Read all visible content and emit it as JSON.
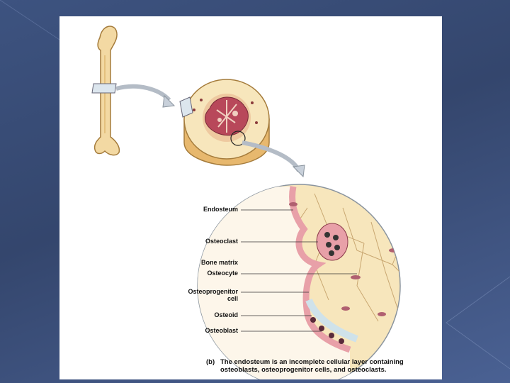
{
  "diagram": {
    "labels": {
      "endosteum": "Endosteum",
      "osteoclast": "Osteoclast",
      "bone_matrix": "Bone matrix",
      "osteocyte": "Osteocyte",
      "osteoprogenitor_line1": "Osteoprogenitor",
      "osteoprogenitor_line2": "cell",
      "osteoid": "Osteoid",
      "osteoblast": "Osteoblast"
    },
    "caption": {
      "tag": "(b)",
      "line1": "The endosteum is an incomplete cellular layer containing",
      "line2": "osteoblasts, osteoprogenitor cells, and osteoclasts."
    }
  },
  "colors": {
    "background": "#3d5380",
    "bone": "#f3d9a3",
    "bone_edge": "#a57c3c",
    "marrow": "#b8485a",
    "cell_pink": "#e8a0a8",
    "osteoid": "#cfe2ea"
  }
}
